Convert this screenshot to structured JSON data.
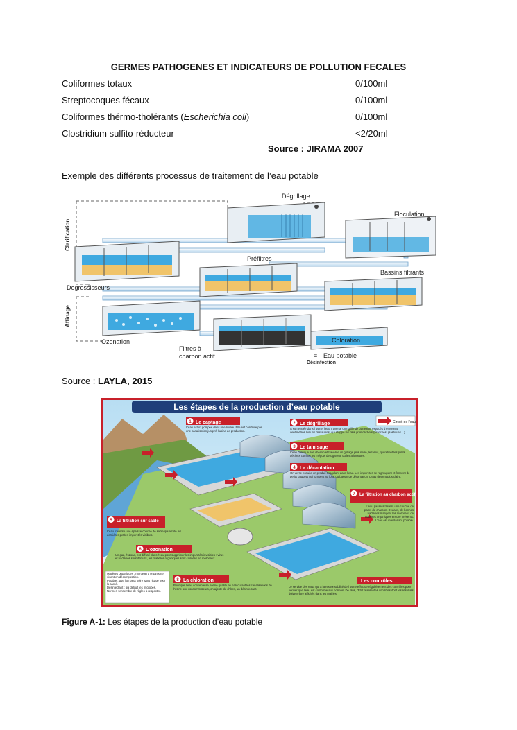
{
  "heading": "GERMES PATHOGENES ET INDICATEURS DE POLLUTION FECALES",
  "rows": [
    {
      "label": "Coliformes totaux",
      "value": "0/100ml"
    },
    {
      "label": "Streptocoques fécaux",
      "value": "0/100ml"
    },
    {
      "label_pre": "Coliformes thérmo-tholérants (",
      "label_italic": "Escherichia coli",
      "label_post": ")",
      "value": "0/100ml"
    },
    {
      "label": "Clostridium sulfito-réducteur",
      "value": "<2/20ml"
    }
  ],
  "source1": "Source : JIRAMA 2007",
  "intro": "Exemple des différents processus de traitement de l’eau potable",
  "diagram1": {
    "side_labels": [
      "Clarification",
      "Affinage"
    ],
    "labels": {
      "degrillage": "Dégrillage",
      "floculation": "Floculation",
      "prefiltres": "Préfiltres",
      "bassins": "Bassins filtrants",
      "degrossisseurs": "Degrossisseurs",
      "ozonation": "Ozonation",
      "filtres_charbon_1": "Filtres à",
      "filtres_charbon_2": "charbon actif",
      "chloration": "Chloration",
      "eau_potable": "Eau potable",
      "desinfection": "Désinfection"
    }
  },
  "source2_prefix": "Source : ",
  "source2_bold": "LAYLA, 2015",
  "poster": {
    "title": "Les étapes de la production d’eau potable",
    "legend": "Circuit de l’eau",
    "steps": [
      {
        "num": "1",
        "title": "Le captage",
        "text": "L’eau est ici pompée dans une rivière. Elle est conduite par une canalisation jusqu’à l’usine de production."
      },
      {
        "num": "2",
        "title": "Le dégrillage",
        "text": "A son entrée dans l’usine, l’eau traverse une grille de barreaux, espacés d’environ 5 centimètres les uns des autres, qui stoppe les plus gros déchets (branches, plastiques…)."
      },
      {
        "num": "3",
        "title": "Le tamisage",
        "text": "L’eau continue son chemin et traverse un grillage plus serré, le tamis, qui retient les petits déchets comme les mégots de cigarette ou les allumettes."
      },
      {
        "num": "4",
        "title": "La décantation",
        "text": "On verse ensuite un produit coagulant dans l’eau. Les impuretés se regroupent et forment de petits paquets qui tombent au fond du bassin de décantation. L’eau devient plus claire."
      },
      {
        "num": "7",
        "title": "La filtration au charbon actif",
        "text": "L’eau passe à travers une couche de grains de charbon. Dedans, de bonnes bactéries mangent les morceaux de matières organiques encore présents. L’eau est maintenant potable."
      },
      {
        "num": "5",
        "title": "La filtration sur sable",
        "text": "L’eau traverse une épaisse couche de sable qui arrête les dernières petites impuretés visibles."
      },
      {
        "num": "6",
        "title": "L’ozonation",
        "text": "Un gaz, l’ozone, est diffusé dans l’eau pour supprimer les impuretés invisibles : virus et bactéries sont détruits, les matières organiques sont cassées en morceaux."
      },
      {
        "num": "8",
        "title": "La chloration",
        "text": "Pour que l’eau conserve sa bonne qualité en parcourant les canalisations de l’usine aux consommateurs, on ajoute du chlore, un désinfectant."
      },
      {
        "num": "",
        "title": "Les contrôles",
        "text": "Le service des eaux qui a la responsabilité de l’usine effectue régulièrement des contrôles pour vérifier que l’eau est conforme aux normes. De plus, l’État réalise des contrôles dont les résultats doivent être affichés dans les mairies."
      }
    ],
    "glossary": [
      "Matières organiques : morceau d’organisme vivant en décomposition.",
      "Potable : que l’on peut boire sans risque pour la santé.",
      "Désinfectant : qui détruit les microbes.",
      "Normes : ensemble de règles à respecter."
    ]
  },
  "caption_bold": "Figure A-1:",
  "caption_text": " Les étapes de la production d’eau potable",
  "colors": {
    "water": "#3fa9e0",
    "sand": "#f0c46a",
    "poster_red": "#c8202a",
    "poster_title_bg": "#2e5fa6"
  }
}
